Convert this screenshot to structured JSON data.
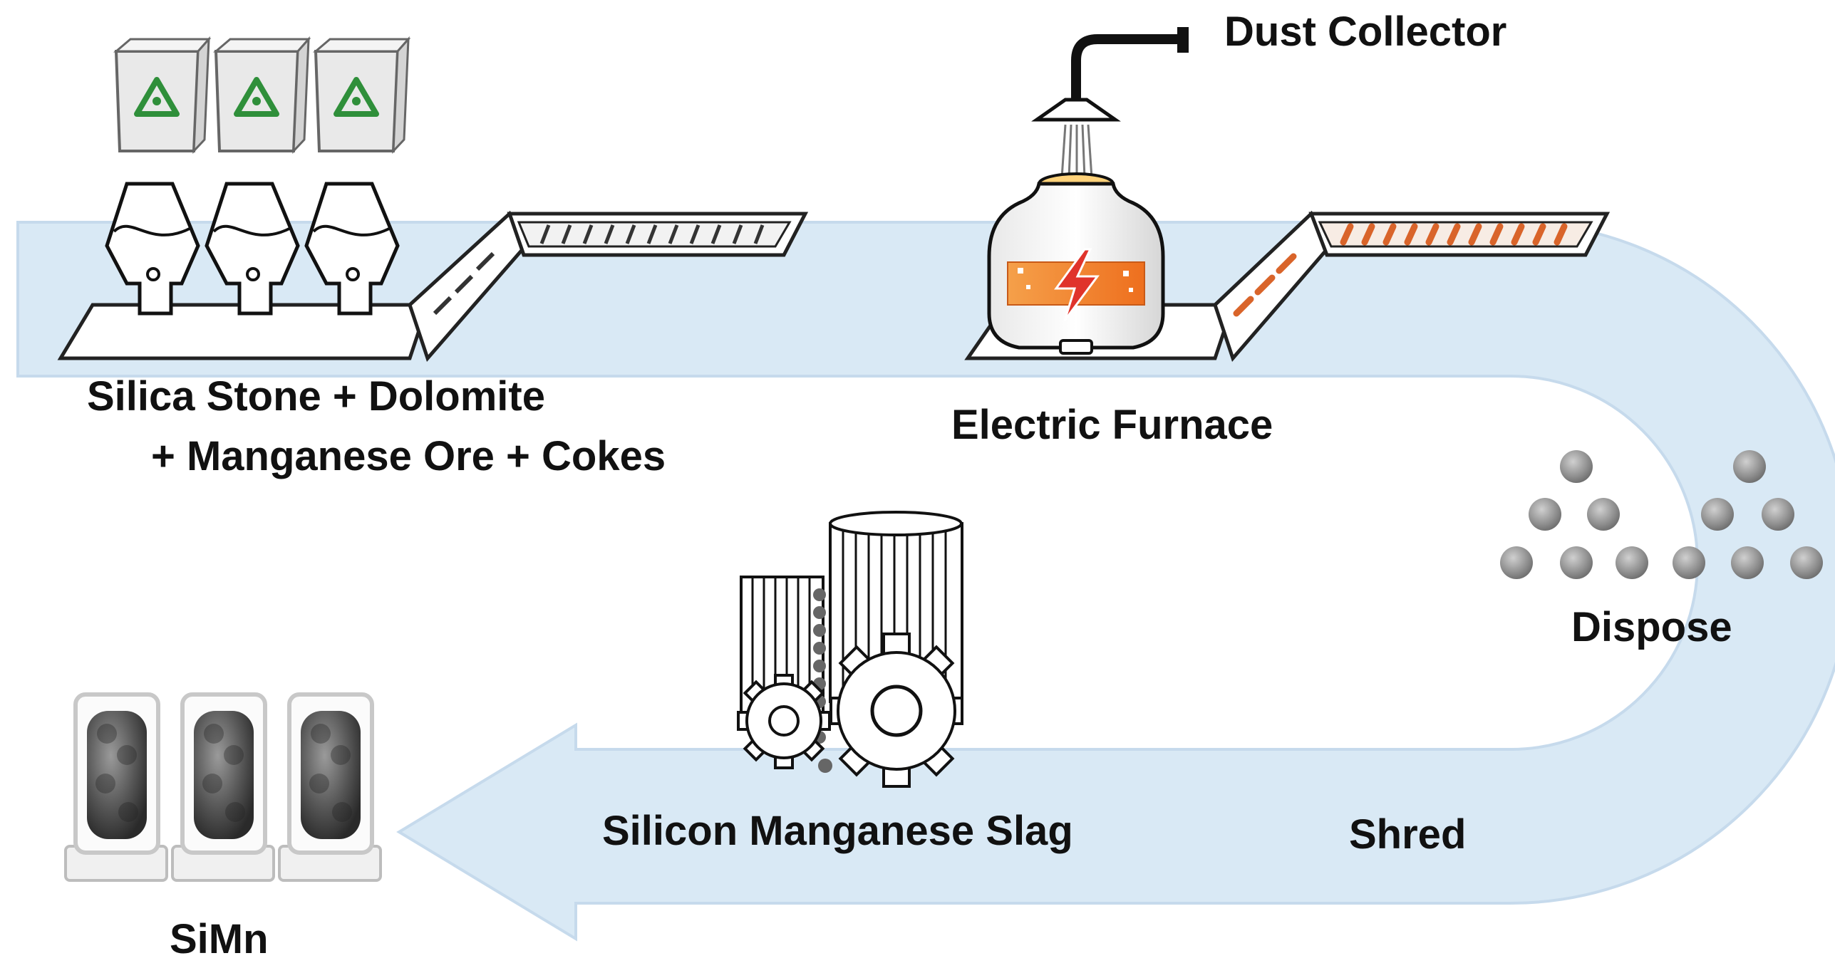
{
  "colors": {
    "flow_band": "#d7e8f5",
    "flow_edge": "#c3d9ec",
    "recycle_green": "#2f8f3a",
    "furnace_orange": "#f07a28",
    "lightning_red": "#e0332b",
    "slag_gray": "#8a8a8a",
    "ink": "#111111"
  },
  "labels": {
    "raw_line1": "Silica Stone + Dolomite",
    "raw_line2": "+ Manganese Ore + Cokes",
    "electric_furnace": "Electric Furnace",
    "dust_collector": "Dust Collector",
    "dispose": "Dispose",
    "shred": "Shred",
    "slag": "Silicon Manganese Slag",
    "simn": "SiMn"
  },
  "icons": [
    "recycle-box-icon",
    "hopper-icon",
    "conveyor-icon",
    "dust-collector-icon",
    "electric-furnace-icon",
    "lightning-icon",
    "slag-particle-icon",
    "shredder-icon",
    "gear-icon",
    "simn-canister-icon"
  ]
}
